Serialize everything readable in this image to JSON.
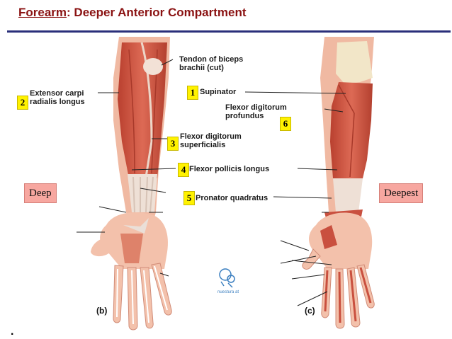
{
  "title": {
    "main": "Forearm",
    "rest": ": Deeper Anterior Compartment"
  },
  "labels": {
    "tendon_biceps": [
      "Tendon of biceps",
      "brachii (cut)"
    ],
    "extensor": [
      "Extensor carpi",
      "radialis longus"
    ],
    "supinator": "Supinator",
    "fdp": [
      "Flexor digitorum",
      "profundus"
    ],
    "fds": [
      "Flexor digitorum",
      "superficialis"
    ],
    "fpl": "Flexor pollicis longus",
    "pq": "Pronator quadratus"
  },
  "badges": {
    "b1": "1",
    "b2": "2",
    "b3": "3",
    "b4": "4",
    "b5": "5",
    "b6": "6"
  },
  "tags": {
    "left": "Deep",
    "right": "Deepest"
  },
  "panels": {
    "b": "(b)",
    "c": "(c)"
  },
  "logo_caption": "nuestura at",
  "footer_dot": ".",
  "colors": {
    "title": "#8a1212",
    "rule": "#2a2f7a",
    "badge": "#fff200",
    "tag": "#f7a7a0",
    "muscle": "#c9503f",
    "skin": "#f3c4ae"
  }
}
